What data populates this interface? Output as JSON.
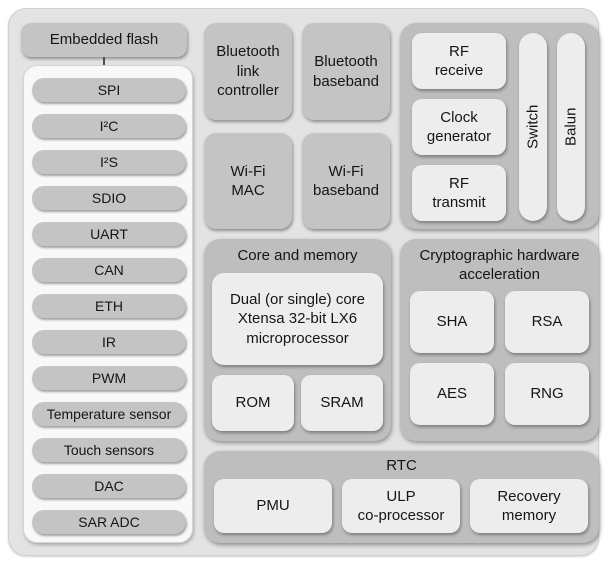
{
  "colors": {
    "page_bg": "#ffffff",
    "chip_bg": "#e3e3e3",
    "chip_border": "#d0d0d0",
    "gray_box": "#c4c4c4",
    "container_bg": "#bebebe",
    "light_box": "#ededed",
    "inner_panel_bg": "#f8f8f8",
    "inner_panel_border": "#d5d5d5",
    "text": "#151515",
    "connector": "#4d4d4d"
  },
  "flash": {
    "label": "Embedded flash"
  },
  "peripherals": [
    "SPI",
    "I²C",
    "I²S",
    "SDIO",
    "UART",
    "CAN",
    "ETH",
    "IR",
    "PWM",
    "Temperature sensor",
    "Touch sensors",
    "DAC",
    "SAR ADC"
  ],
  "wireless": {
    "bt_link": "Bluetooth\nlink\ncontroller",
    "bt_baseband": "Bluetooth\nbaseband",
    "wifi_mac": "Wi-Fi\nMAC",
    "wifi_baseband": "Wi-Fi\nbaseband"
  },
  "radio": {
    "rf_receive": "RF\nreceive",
    "clock_generator": "Clock\ngenerator",
    "rf_transmit": "RF\ntransmit",
    "switch": "Switch",
    "balun": "Balun"
  },
  "core": {
    "title": "Core and memory",
    "processor": "Dual (or single) core\nXtensa 32-bit LX6\nmicroprocessor",
    "rom": "ROM",
    "sram": "SRAM"
  },
  "crypto": {
    "title": "Cryptographic hardware\nacceleration",
    "sha": "SHA",
    "rsa": "RSA",
    "aes": "AES",
    "rng": "RNG"
  },
  "rtc": {
    "title": "RTC",
    "pmu": "PMU",
    "ulp": "ULP\nco-processor",
    "recovery": "Recovery\nmemory"
  }
}
